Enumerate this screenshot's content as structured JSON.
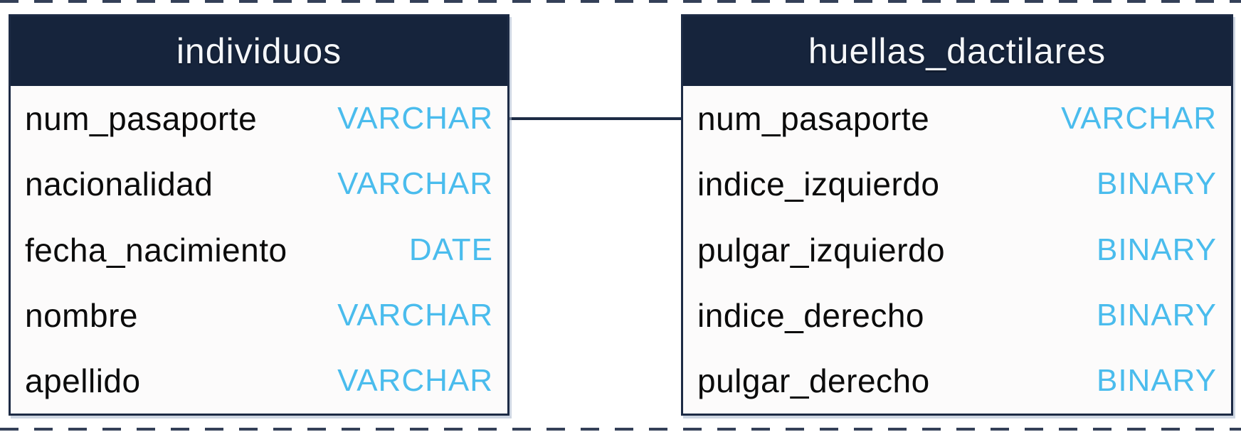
{
  "tables": [
    {
      "name": "individuos",
      "fields": [
        {
          "name": "num_pasaporte",
          "type": "VARCHAR"
        },
        {
          "name": "nacionalidad",
          "type": "VARCHAR"
        },
        {
          "name": "fecha_nacimiento",
          "type": "DATE"
        },
        {
          "name": "nombre",
          "type": "VARCHAR"
        },
        {
          "name": "apellido",
          "type": "VARCHAR"
        }
      ]
    },
    {
      "name": "huellas_dactilares",
      "fields": [
        {
          "name": "num_pasaporte",
          "type": "VARCHAR"
        },
        {
          "name": "indice_izquierdo",
          "type": "BINARY"
        },
        {
          "name": "pulgar_izquierdo",
          "type": "BINARY"
        },
        {
          "name": "indice_derecho",
          "type": "BINARY"
        },
        {
          "name": "pulgar_derecho",
          "type": "BINARY"
        }
      ]
    }
  ],
  "relationship": {
    "from_table": "individuos",
    "from_field": "num_pasaporte",
    "to_table": "huellas_dactilares",
    "to_field": "num_pasaporte"
  },
  "colors": {
    "header_bg": "#16243c",
    "header_text": "#f5f7fa",
    "border": "#1d2b45",
    "body_bg": "#fcfbfb",
    "field_text": "#0b0b0b",
    "type_text": "#4abced"
  }
}
